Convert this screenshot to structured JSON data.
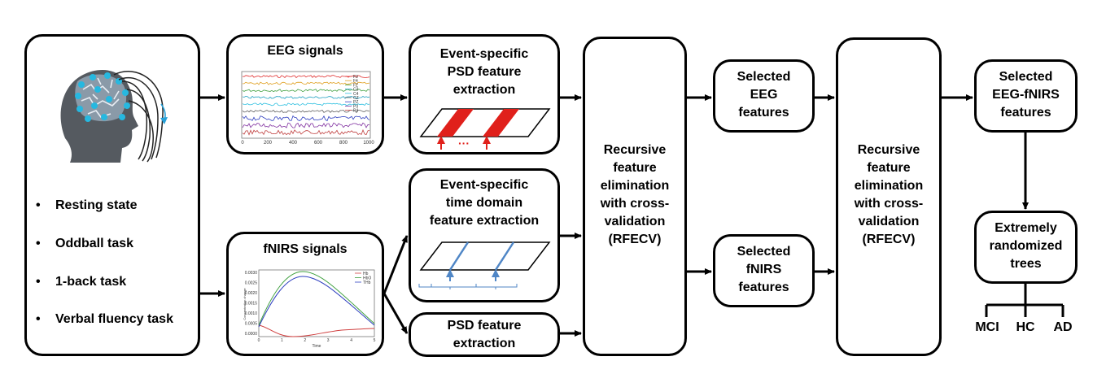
{
  "tasks": [
    "Resting state",
    "Oddball task",
    "1-back task",
    "Verbal fluency task"
  ],
  "boxes": {
    "eeg_signals": "EEG signals",
    "fnirs_signals": "fNIRS signals",
    "eeg_psd": "Event-specific\nPSD feature\nextraction",
    "fnirs_time": "Event-specific\ntime domain\nfeature extraction",
    "fnirs_psd": "PSD feature\nextraction",
    "rfecv1": "Recursive\nfeature\nelimination\nwith cross-\nvalidation\n(RFECV)",
    "sel_eeg": "Selected\nEEG\nfeatures",
    "sel_fnirs": "Selected\nfNIRS\nfeatures",
    "rfecv2": "Recursive\nfeature\nelimination\nwith cross-\nvalidation\n(RFECV)",
    "sel_combined": "Selected\nEEG-fNIRS\nfeatures",
    "classifier": "Extremely\nrandomized\ntrees"
  },
  "outputs": [
    "MCI",
    "HC",
    "AD"
  ],
  "eeg_plot": {
    "x_ticks": [
      "0",
      "200",
      "400",
      "600",
      "800",
      "1000"
    ],
    "channels": [
      "F3",
      "F4",
      "FZ",
      "C3",
      "C4",
      "CZ",
      "PZ",
      "P3",
      "P4"
    ],
    "colors": [
      "#e03030",
      "#e0a020",
      "#40a040",
      "#20a0c0",
      "#30c0e0",
      "#606060",
      "#3040c0",
      "#8030a0",
      "#c04040"
    ]
  },
  "fnirs_plot": {
    "legend": [
      "Hb",
      "HbO",
      "THb"
    ],
    "legend_colors": [
      "#d04040",
      "#40a040",
      "#3040c0"
    ],
    "y_ticks": [
      "0.0030",
      "0.0025",
      "0.0020",
      "0.0015",
      "0.0010",
      "0.0005",
      "0.0000"
    ],
    "x_ticks": [
      "0",
      "1",
      "2",
      "3",
      "4",
      "5"
    ],
    "ylabel": "Concentration change",
    "xlabel": "Time"
  },
  "psd_dots": "···",
  "colors": {
    "stroke": "#000000",
    "red": "#e0201b",
    "blue": "#4f86c6"
  }
}
